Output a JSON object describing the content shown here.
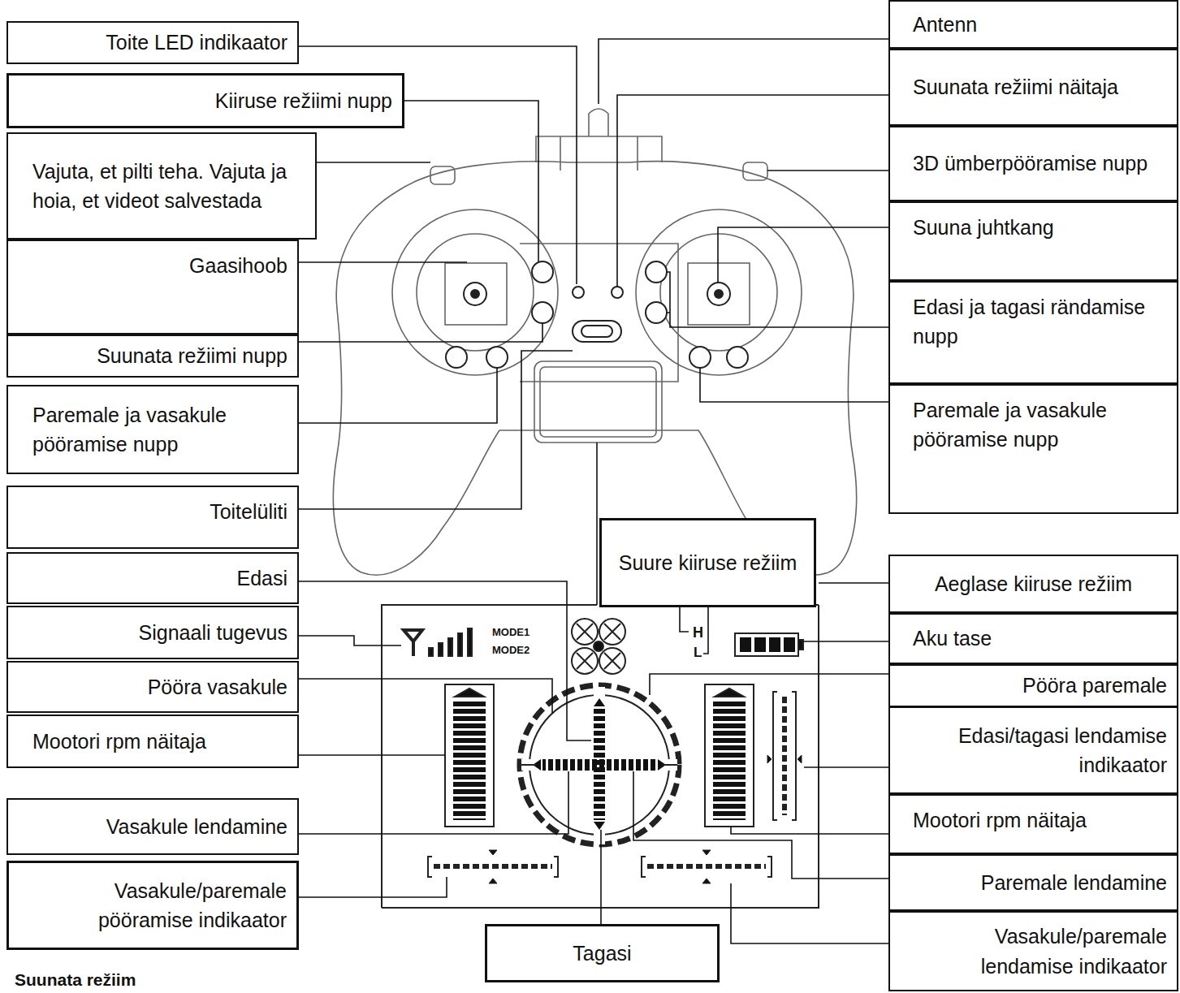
{
  "diagram": {
    "nodes": [
      {
        "text": [
          "Toite LED indikaator"
        ]
      },
      {
        "text": [
          "Kiiruse režiimi nupp"
        ]
      },
      {
        "text": [
          "Vajuta, et pilti teha. Vajuta ja hoia, et videot salvestada"
        ]
      },
      {
        "text": [
          "Gaasihoob"
        ]
      },
      {
        "text": [
          "Suunata režiimi nupp"
        ]
      },
      {
        "text": [
          "Paremale ja vasakule pööramise nupp"
        ]
      },
      {
        "text": [
          "Toitelüliti"
        ]
      },
      {
        "text": [
          "Edasi"
        ]
      },
      {
        "text": [
          "Signaali tugevus"
        ]
      },
      {
        "text": [
          "Pööra vasakule"
        ]
      },
      {
        "text": [
          "Mootori rpm näitaja"
        ]
      },
      {
        "text": [
          "Vasakule lendamine"
        ]
      },
      {
        "text": [
          "Vasakule/paremale pööramise indikaator"
        ]
      },
      {
        "text": [
          "Tagasi"
        ]
      },
      {
        "text": [
          "Suure kiiruse režiim"
        ]
      },
      {
        "text": [
          "Antenn"
        ]
      },
      {
        "text": [
          "Suunata režiimi näitaja"
        ]
      },
      {
        "text": [
          "3D ümberpööramise nupp"
        ]
      },
      {
        "text": [
          "Suuna juhtkang"
        ]
      },
      {
        "text": [
          "Edasi ja tagasi rändamise nupp"
        ]
      },
      {
        "text": [
          "Paremale ja vasakule pööramise nupp"
        ]
      },
      {
        "text": [
          "Aeglase kiiruse režiim"
        ]
      },
      {
        "text": [
          "Aku tase"
        ]
      },
      {
        "text": [
          "Pööra paremale"
        ]
      },
      {
        "text": [
          "Edasi/tagasi lendamise indikaator"
        ]
      },
      {
        "text": [
          "Mootori rpm näitaja"
        ]
      },
      {
        "text": [
          "Paremale lendamine"
        ]
      },
      {
        "text": [
          "Vasakule/paremale lendamise indikaator"
        ]
      }
    ],
    "labels": [
      "MODE1",
      "MODE2",
      "H",
      "L",
      "Suunata režiim"
    ]
  }
}
